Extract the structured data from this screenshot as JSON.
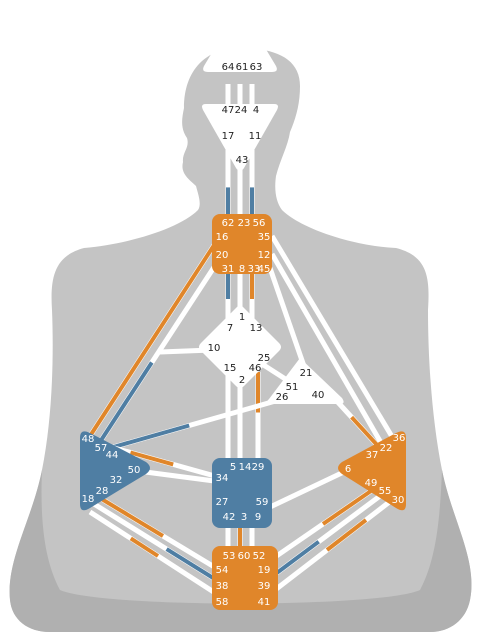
{
  "colors": {
    "background": "#ffffff",
    "silhouette": "#c4c4c4",
    "silhouette_dark": "#b0b0b0",
    "channel": "#ffffff",
    "defined_orange": "#e0862a",
    "defined_blue": "#4f7ea3",
    "undefined_center": "#ffffff",
    "label_dark": "#222222",
    "label_light": "#ffffff"
  },
  "centers": {
    "head": {
      "state": "undefined",
      "gates": [
        "64",
        "61",
        "63"
      ]
    },
    "ajna": {
      "state": "undefined",
      "gates": [
        "47",
        "24",
        "4",
        "17",
        "11",
        "43"
      ]
    },
    "throat": {
      "state": "defined",
      "color": "orange",
      "gates": [
        "62",
        "23",
        "56",
        "16",
        "35",
        "20",
        "12",
        "31",
        "8",
        "33",
        "45"
      ]
    },
    "g": {
      "state": "undefined",
      "gates": [
        "1",
        "7",
        "13",
        "10",
        "25",
        "15",
        "46",
        "2"
      ]
    },
    "ego": {
      "state": "undefined",
      "gates": [
        "21",
        "51",
        "26",
        "40"
      ]
    },
    "spleen": {
      "state": "defined",
      "color": "blue",
      "gates": [
        "48",
        "57",
        "44",
        "50",
        "32",
        "28",
        "18"
      ]
    },
    "sacral": {
      "state": "defined",
      "color": "blue",
      "gates": [
        "5",
        "14",
        "29",
        "34",
        "27",
        "59",
        "42",
        "3",
        "9"
      ]
    },
    "solar_plexus": {
      "state": "defined",
      "color": "orange",
      "gates": [
        "36",
        "22",
        "37",
        "6",
        "49",
        "55",
        "30"
      ]
    },
    "root": {
      "state": "defined",
      "color": "orange",
      "gates": [
        "53",
        "60",
        "52",
        "54",
        "19",
        "38",
        "39",
        "58",
        "41"
      ]
    }
  }
}
